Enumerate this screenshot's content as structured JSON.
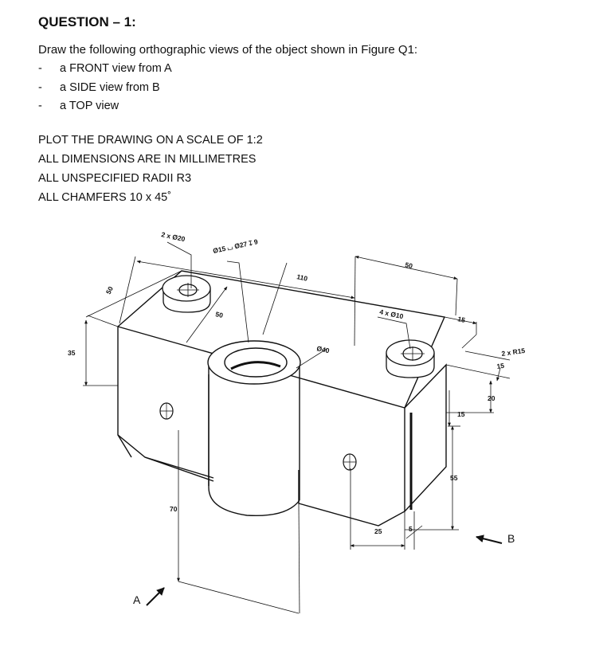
{
  "question": {
    "title": "QUESTION – 1:",
    "intro": "Draw the following orthographic views of the object shown in Figure Q1:",
    "bullet": "-",
    "views": [
      "a FRONT view from A",
      "a SIDE view from B",
      "a TOP view"
    ]
  },
  "notes": [
    "PLOT THE DRAWING ON A SCALE OF 1:2",
    "ALL DIMENSIONS ARE IN MILLIMETRES",
    "ALL UNSPECIFIED RADII R3",
    "ALL CHAMFERS 10 x 45˚"
  ],
  "figure": {
    "dims": {
      "holes_2x20": "2 x Ø20",
      "cbore": "Ø15 ⌴ Ø27 ↧ 9",
      "d110": "110",
      "d50_top": "50",
      "d50_left": "50",
      "d50_inner": "50",
      "holes_4x10": "4 x Ø10",
      "d15_top": "15",
      "d35": "35",
      "d40": "Ø40",
      "r15": "2 x R15",
      "d15_r": "15",
      "d20": "20",
      "d15_mid": "15",
      "d55": "55",
      "d70": "70",
      "d25": "25",
      "d5": "5"
    },
    "view_labels": {
      "a": "A",
      "b": "B"
    }
  }
}
